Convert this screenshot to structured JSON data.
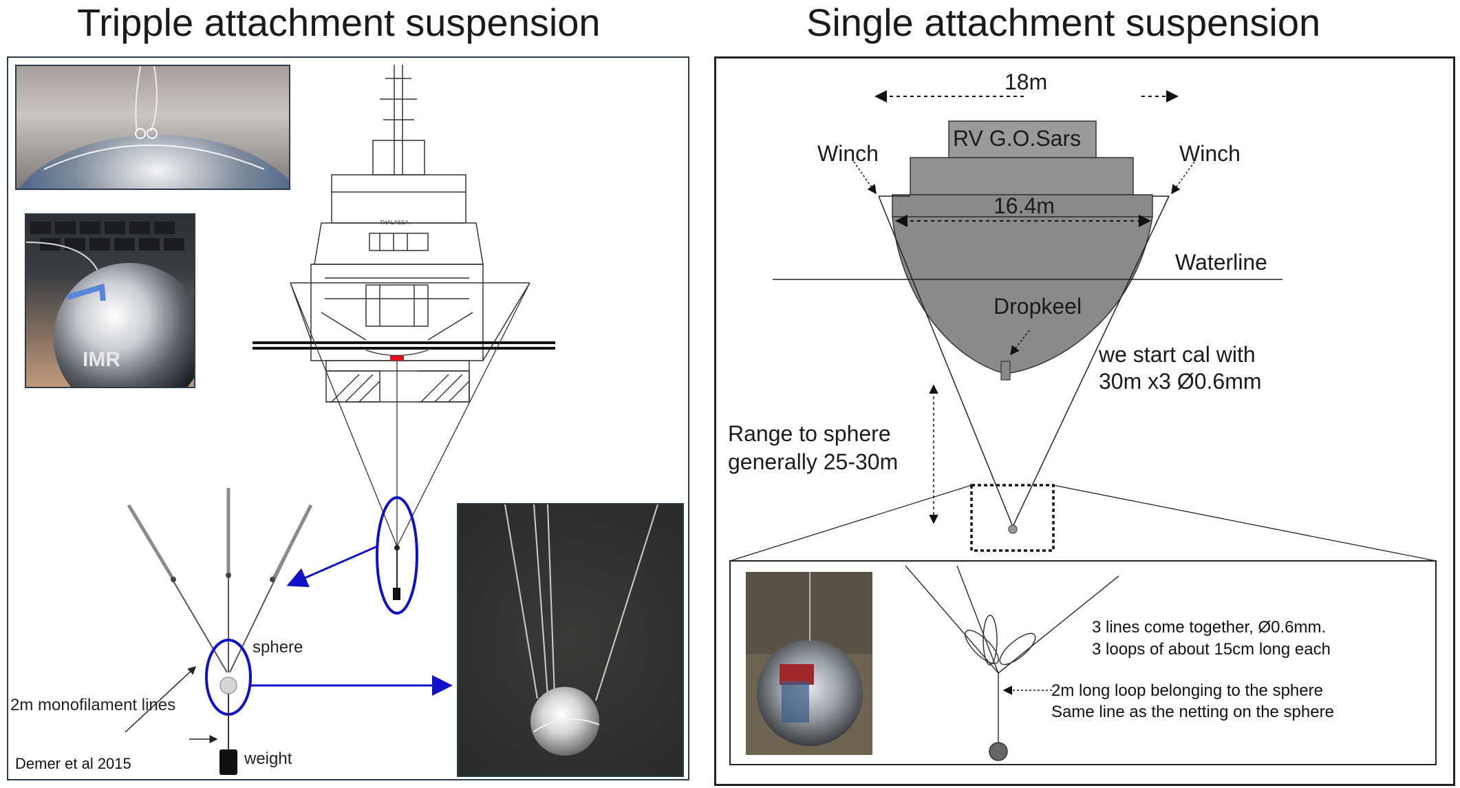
{
  "titles": {
    "left": "Tripple attachment suspension",
    "right": "Single attachment suspension"
  },
  "left_panel": {
    "sphere_label": "sphere",
    "lines_label": "2m monofilament lines",
    "weight_label": "weight",
    "citation": "Demer et al 2015",
    "ship_name": "THALASSA",
    "photo_marking": "IMR"
  },
  "right_panel": {
    "width_outer": "18m",
    "width_inner": "16.4m",
    "ship_label": "RV G.O.Sars",
    "winch_left": "Winch",
    "winch_right": "Winch",
    "waterline": "Waterline",
    "dropkeel": "Dropkeel",
    "start_cal_line1": "we start cal with",
    "start_cal_line2": "30m x3 Ø0.6mm",
    "range_line1": "Range to sphere",
    "range_line2": "generally 25-30m",
    "detail_text1": "3 lines come together, Ø0.6mm.",
    "detail_text2": "3 loops of about 15cm long each",
    "detail_text3": "2m long loop belonging to the sphere",
    "detail_text4": "Same line as the netting on the sphere"
  },
  "colors": {
    "highlight": "#1010c8",
    "hull": "#8a8a8a",
    "superstructure": "#9a9a9a",
    "marker": "#e0141e"
  }
}
